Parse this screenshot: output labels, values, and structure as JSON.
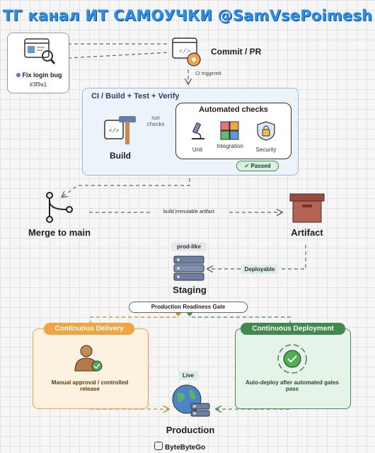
{
  "banner": "ТГ канал ИТ САМОУЧКИ @SamVsePoimesh",
  "bug": {
    "title": "Fix login bug",
    "id": "#3f9a1"
  },
  "commit": {
    "label": "Commit / PR",
    "trigger": "CI triggered"
  },
  "ci": {
    "title": "CI / Build + Test + Verify",
    "build": "Build",
    "run_checks": "run checks",
    "checks_title": "Automated checks",
    "unit": "Unit",
    "integration": "Integration",
    "security": "Security",
    "passed": "Passed"
  },
  "merge": {
    "label": "Merge to main",
    "artifact_link": "build immutable artifact"
  },
  "artifact": {
    "label": "Artifact",
    "deployable": "Deployable"
  },
  "staging": {
    "label": "Staging",
    "tag": "prod-like"
  },
  "gate": "Production Readiness Gate",
  "cd": {
    "title": "Continuous Delivery",
    "desc": "Manual approval / controlled release",
    "color": "#f0a540"
  },
  "cdep": {
    "title": "Continuous Deployment",
    "desc": "Auto-deploy after automated gates pass",
    "color": "#3f8a4e"
  },
  "production": {
    "label": "Production",
    "tag": "Live"
  },
  "footer": "ByteByteGo"
}
